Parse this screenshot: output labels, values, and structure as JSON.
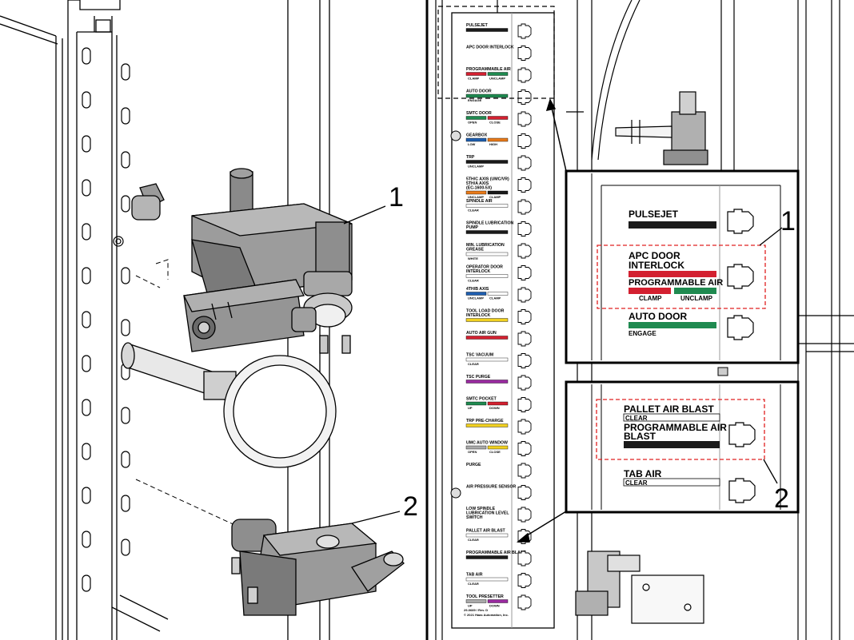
{
  "callouts": {
    "one": "1",
    "two": "2"
  },
  "panel_labels": [
    {
      "name": "PULSEJET",
      "bars": [
        "#1a1a1a"
      ],
      "sub": []
    },
    {
      "name": "APC DOOR INTERLOCK",
      "bars": [],
      "sub": []
    },
    {
      "name": "PROGRAMMABLE AIR",
      "bars": [
        "#d32030",
        "#1f8a50"
      ],
      "sub": [
        "CLAMP",
        "UNCLAMP"
      ]
    },
    {
      "name": "AUTO DOOR",
      "bars": [
        "#1f8a50"
      ],
      "sub": [
        "ENGAGE"
      ]
    },
    {
      "name": "SMTC DOOR",
      "bars": [
        "#1f8a50",
        "#d32030"
      ],
      "sub": [
        "OPEN",
        "CLOSE"
      ]
    },
    {
      "name": "GEARBOX",
      "bars": [
        "#1f5fb0",
        "#e87a1a"
      ],
      "sub": [
        "LOW",
        "HIGH"
      ]
    },
    {
      "name": "TRP",
      "bars": [
        "#1a1a1a"
      ],
      "sub": [
        "UNCLAMP"
      ]
    },
    {
      "name": "5TH/C AXIS (UMC/VR) 5TH/A AXIS (EC-1600-5X)",
      "bars": [
        "#e87a1a",
        "#1a1a1a"
      ],
      "sub": [
        "UNCLAMP",
        "CLAMP"
      ]
    },
    {
      "name": "SPINDLE AIR",
      "bars": [
        "#ffffff"
      ],
      "sub": [
        "CLEAR"
      ]
    },
    {
      "name": "SPINDLE LUBRICATION PUMP",
      "bars": [
        "#1a1a1a"
      ],
      "sub": []
    },
    {
      "name": "MIN. LUBRICATION GREASE",
      "bars": [
        "#ffffff"
      ],
      "sub": [
        "WHITE"
      ]
    },
    {
      "name": "OPERATOR DOOR INTERLOCK",
      "bars": [
        "#ffffff"
      ],
      "sub": [
        "CLEAR"
      ]
    },
    {
      "name": "4TH/B AXIS",
      "bars": [
        "#1f5fb0",
        "#ffffff"
      ],
      "sub": [
        "UNCLAMP",
        "CLAMP"
      ]
    },
    {
      "name": "TOOL LOAD DOOR INTERLOCK",
      "bars": [
        "#f0d020"
      ],
      "sub": []
    },
    {
      "name": "AUTO AIR GUN",
      "bars": [
        "#d32030"
      ],
      "sub": []
    },
    {
      "name": "TSC VACUUM",
      "bars": [
        "#ffffff"
      ],
      "sub": [
        "CLEAR"
      ]
    },
    {
      "name": "TSC PURGE",
      "bars": [
        "#9a2aa0"
      ],
      "sub": []
    },
    {
      "name": "SMTC POCKET",
      "bars": [
        "#1f8a50",
        "#d32030"
      ],
      "sub": [
        "UP",
        "DOWN"
      ]
    },
    {
      "name": "TRP PRE-CHARGE",
      "bars": [
        "#f0d020"
      ],
      "sub": []
    },
    {
      "name": "UMC AUTO WINDOW",
      "bars": [
        "#aaaaaa",
        "#f0d020"
      ],
      "sub": [
        "OPEN",
        "CLOSE"
      ]
    },
    {
      "name": "PURGE",
      "bars": [],
      "sub": []
    },
    {
      "name": "AIR PRESSURE SENSOR",
      "bars": [],
      "sub": []
    },
    {
      "name": "LOW SPINDLE LUBRICATION LEVEL SWITCH",
      "bars": [],
      "sub": []
    },
    {
      "name": "PALLET AIR BLAST",
      "bars": [
        "#ffffff"
      ],
      "sub": [
        "CLEAR"
      ]
    },
    {
      "name": "PROGRAMMABLE AIR BLAST",
      "bars": [
        "#1a1a1a"
      ],
      "sub": []
    },
    {
      "name": "TAB AIR",
      "bars": [
        "#ffffff"
      ],
      "sub": [
        "CLEAR"
      ]
    },
    {
      "name": "TOOL PRESETTER",
      "bars": [
        "#aaaaaa",
        "#9a2aa0"
      ],
      "sub": [
        "UP",
        "DOWN"
      ]
    }
  ],
  "panel_footer": [
    "29-0689 / Rev. D",
    "© 2021 Haas Automation, Inc."
  ],
  "zoom1": {
    "pulsejet": "PULSEJET",
    "apc1": "APC DOOR",
    "apc2": "INTERLOCK",
    "prog": "PROGRAMMABLE AIR",
    "clamp": "CLAMP",
    "unclamp": "UNCLAMP",
    "auto": "AUTO DOOR",
    "engage": "ENGAGE"
  },
  "zoom2": {
    "pallet": "PALLET AIR BLAST",
    "clear1": "CLEAR",
    "prog1": "PROGRAMMABLE AIR",
    "prog2": "BLAST",
    "tab": "TAB AIR",
    "clear2": "CLEAR"
  },
  "colors": {
    "red": "#d32030",
    "green": "#1f8a50",
    "black": "#1a1a1a",
    "dash_red": "#e02020"
  }
}
